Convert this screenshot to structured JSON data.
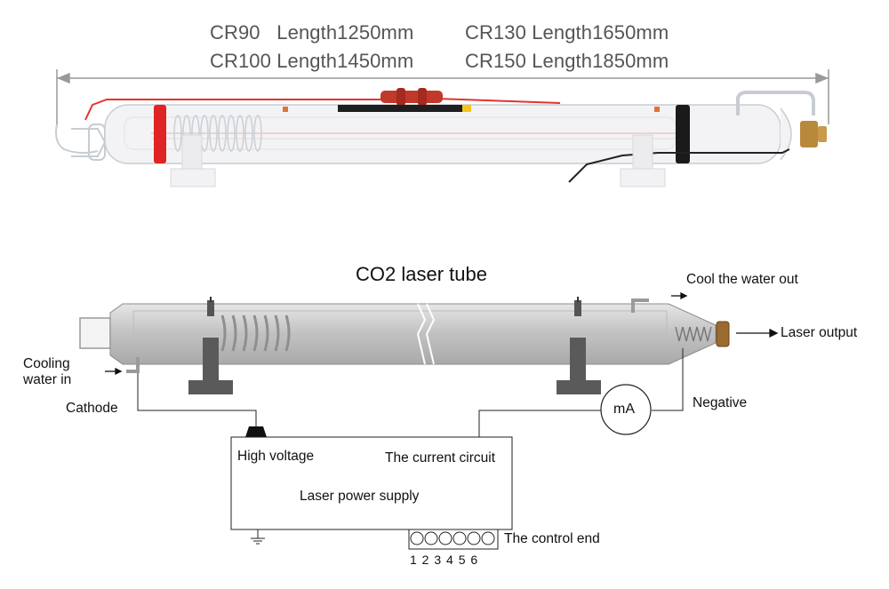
{
  "specs": [
    {
      "model": "CR90",
      "length": "Length1250mm"
    },
    {
      "model": "CR130",
      "length": "Length1650mm"
    },
    {
      "model": "CR100",
      "length": "Length1450mm"
    },
    {
      "model": "CR150",
      "length": "Length1850mm"
    }
  ],
  "diagram": {
    "title": "CO2 laser tube",
    "labels": {
      "cool_water_out": "Cool the water out",
      "laser_output": "Laser output",
      "cooling_water_in": "Cooling\nwater in",
      "cathode": "Cathode",
      "negative": "Negative",
      "meter": "mA",
      "high_voltage": "High voltage",
      "current_circuit": "The current circuit",
      "power_supply": "Laser power supply",
      "control_end": "The control end",
      "control_numbers": "1 2 3 4 5 6"
    }
  },
  "colors": {
    "red_band": "#e02424",
    "tube_glass": "#d9d9d9",
    "brass": "#b8893a"
  }
}
